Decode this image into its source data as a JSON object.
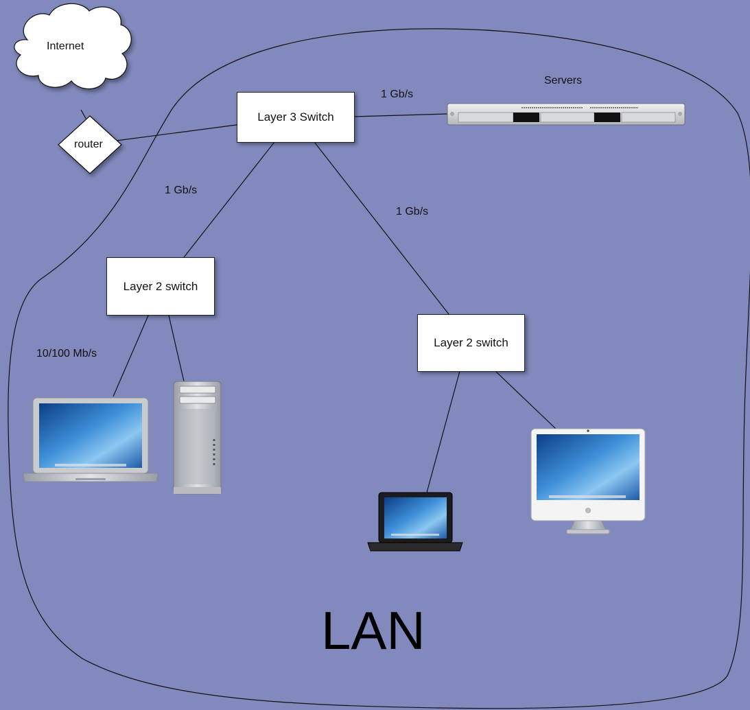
{
  "title": "LAN",
  "colors": {
    "background": "#8189bd",
    "line": "#111111",
    "box": "#ffffff"
  },
  "nodes": {
    "internet": "Internet",
    "router": "router",
    "layer3_switch": "Layer 3 Switch",
    "servers": "Servers",
    "layer2_switch_left": "Layer 2 switch",
    "layer2_switch_right": "Layer 2 switch"
  },
  "links": {
    "l3_to_servers": "1 Gb/s",
    "l3_to_l2_left": "1 Gb/s",
    "l3_to_l2_right": "1 Gb/s",
    "l2_left_to_clients": "10/100 Mb/s"
  },
  "devices": [
    "laptop-icon",
    "tower-desktop-icon",
    "small-laptop-icon",
    "all-in-one-desktop-icon",
    "rack-server-icon"
  ]
}
